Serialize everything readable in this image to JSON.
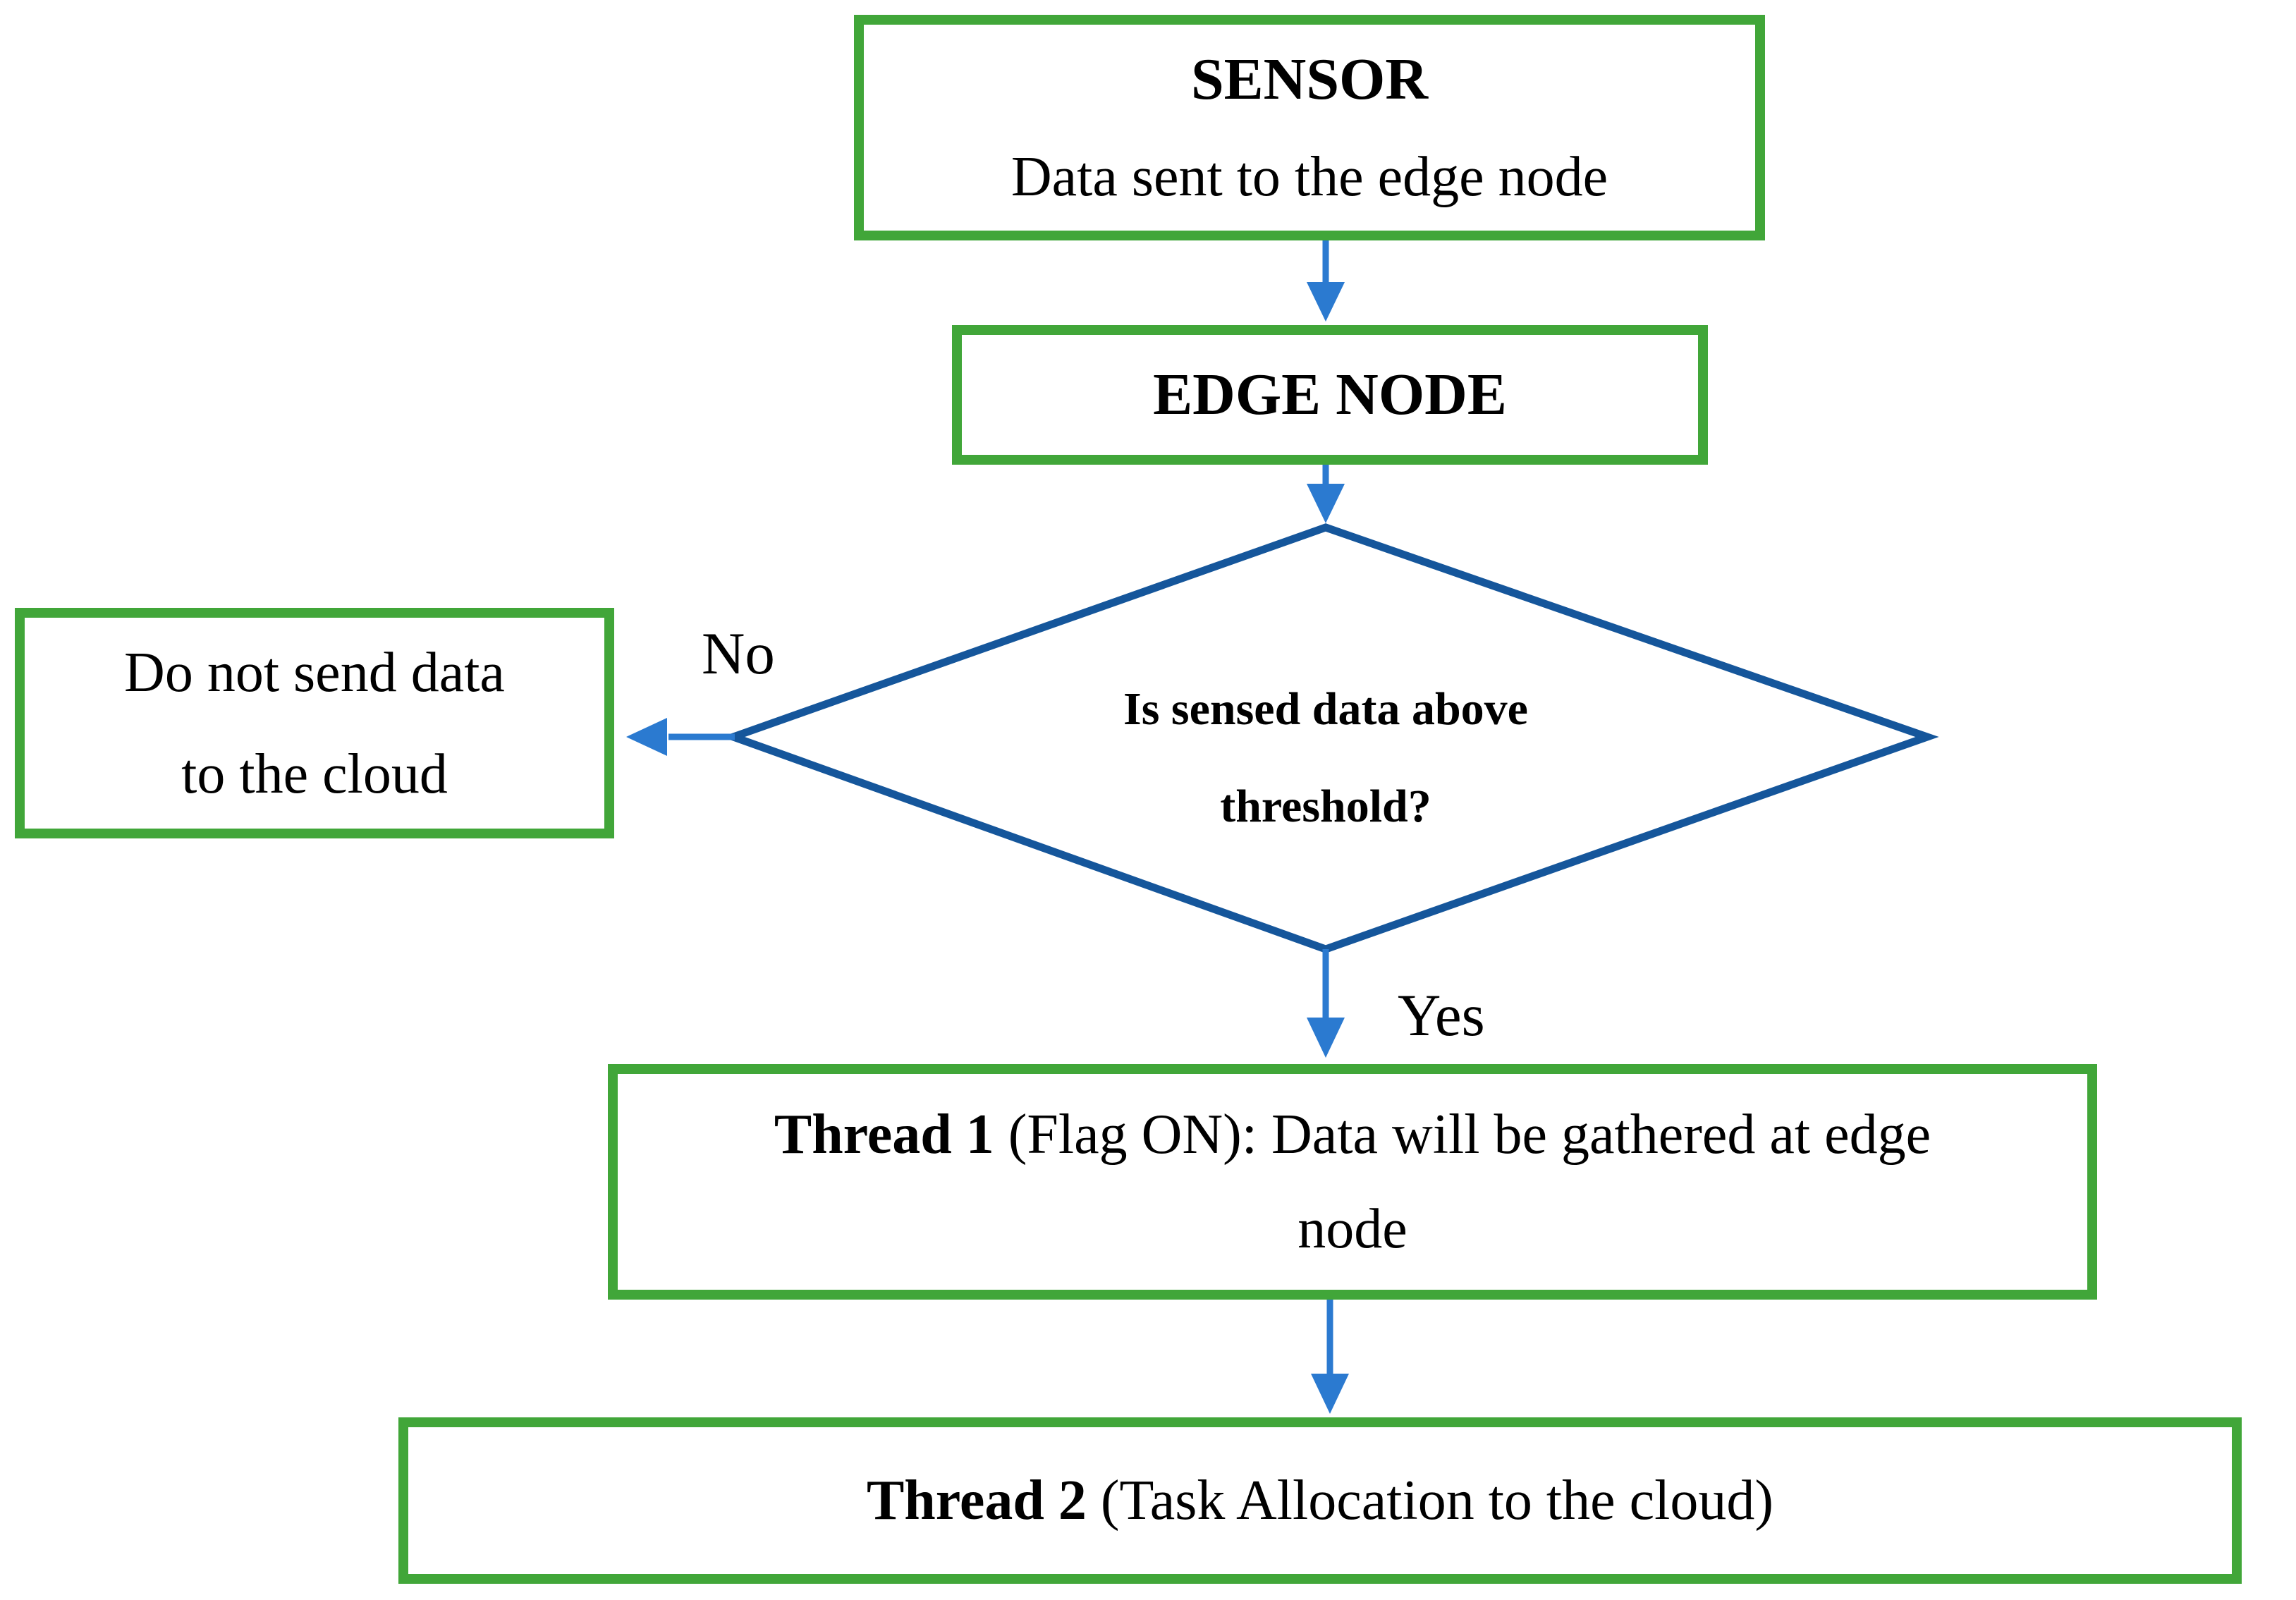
{
  "figure": {
    "type": "flowchart",
    "description": "Edge-node sensing decision flowchart"
  },
  "colors": {
    "box_border_green": "#41a639",
    "arrow_blue": "#2b7ad0",
    "diamond_blue": "#15569b",
    "text": "#000000",
    "background": "#ffffff"
  },
  "nodes": {
    "sensor": {
      "title": "SENSOR",
      "subtitle": "Data sent to the edge node"
    },
    "edge_node": {
      "title": "EDGE NODE"
    },
    "decision": {
      "line1": "Is sensed data above",
      "line2": "threshold?"
    },
    "no_box": {
      "line1": "Do not send data",
      "line2": "to the cloud"
    },
    "thread1": {
      "bold": "Thread 1",
      "rest": " (Flag ON): Data will be gathered at edge",
      "line2": "node"
    },
    "thread2": {
      "bold": "Thread 2",
      "rest": " (Task Allocation to the cloud)"
    }
  },
  "edges": {
    "no_label": "No",
    "yes_label": "Yes"
  }
}
